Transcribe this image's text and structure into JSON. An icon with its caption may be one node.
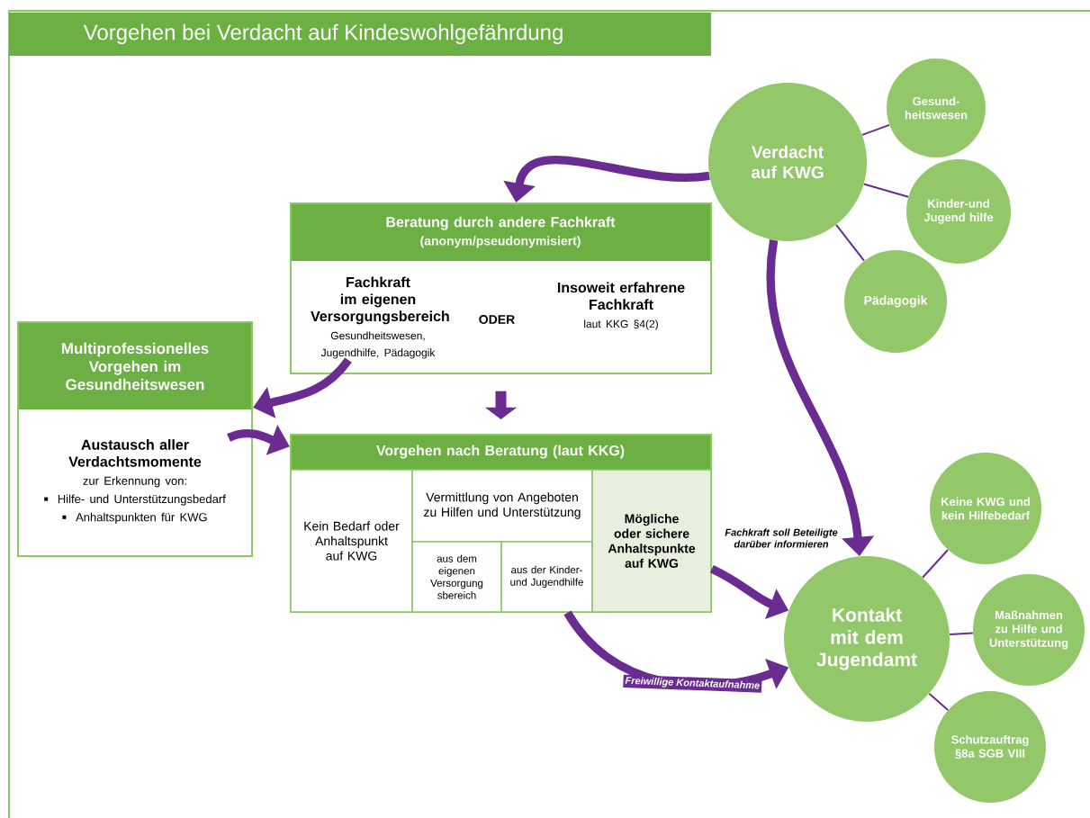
{
  "diagram": {
    "title": "Vorgehen bei Verdacht auf Kindeswohlgefährdung",
    "nodes": [
      {
        "text": [
          "Beratung durch andere Fachkraft",
          "(anonym/pseudonymisiert)",
          "ODER"
        ]
      },
      {
        "text": [
          "Fachkraft im eigenen Versorgungsbereich",
          "Gesundheitswesen, Jugendhilfe, Pädagogik"
        ],
        "in": 0
      },
      {
        "text": [
          "Insoweit erfahrene Fachkraft",
          "laut KKG §4(2)"
        ],
        "in": 0
      },
      {
        "text": [
          "Multiprofessionelles Vorgehen im Gesundheitswesen"
        ]
      },
      {
        "text": [
          "Austausch aller Verdachtsmomente",
          "zur Erkennung von:",
          "Hilfe- und Unterstützungsbedarf",
          "Anhaltspunkten für KWG"
        ],
        "in": 3
      },
      {
        "text": [
          "Vorgehen nach Beratung (laut KKG)"
        ]
      },
      {
        "text": [
          "Kein Bedarf oder Anhaltspunkt auf KWG"
        ],
        "in": 5
      },
      {
        "text": [
          "Vermittlung von Angeboten zu Hilfen und Unterstützung"
        ],
        "in": 5
      },
      {
        "text": [
          "aus dem eigenen Versorgung sbereich"
        ],
        "in": 5
      },
      {
        "text": [
          "aus der Kinder- und Jugendhilfe"
        ],
        "in": 5
      },
      {
        "text": [
          "Mögliche oder sichere Anhaltspunkte auf KWG"
        ],
        "in": 5
      },
      {
        "text": [
          "Verdacht auf KWG"
        ]
      },
      {
        "text": [
          "Gesund- heitswesen"
        ]
      },
      {
        "text": [
          "Kinder-und Jugend hilfe"
        ]
      },
      {
        "text": [
          "Pädagogik"
        ]
      },
      {
        "text": [
          "Kontakt mit dem Jugendamt"
        ]
      },
      {
        "text": [
          "Keine KWG und kein Hilfebedarf"
        ]
      },
      {
        "text": [
          "Maßnahmen zu Hilfe und Unterstützung"
        ]
      },
      {
        "text": [
          "Schutzauftrag §8a SGB VIII"
        ]
      }
    ],
    "edges": [
      {
        "from": 11,
        "to": 0,
        "arrow": "to"
      },
      {
        "from": 1,
        "to": 3,
        "arrow": "to"
      },
      {
        "from": 0,
        "to": 5,
        "arrow": "to"
      },
      {
        "from": 4,
        "to": 5,
        "arrow": "to"
      },
      {
        "from": 11,
        "to": 15,
        "arrow": "to"
      },
      {
        "from": 10,
        "to": 15,
        "arrow": "to"
      },
      {
        "from": 9,
        "to": 15,
        "arrow": "to",
        "label": "Freiwillige Kontaktaufnahme"
      },
      {
        "from": 11,
        "to": 12,
        "arrow": "none"
      },
      {
        "from": 11,
        "to": 13,
        "arrow": "none"
      },
      {
        "from": 11,
        "to": 14,
        "arrow": "none"
      },
      {
        "from": 15,
        "to": 16,
        "arrow": "none"
      },
      {
        "from": 15,
        "to": 17,
        "arrow": "none"
      },
      {
        "from": 15,
        "to": 18,
        "arrow": "none"
      }
    ],
    "labels": [
      "Fachkraft soll Beteiligte darüber informieren"
    ]
  }
}
